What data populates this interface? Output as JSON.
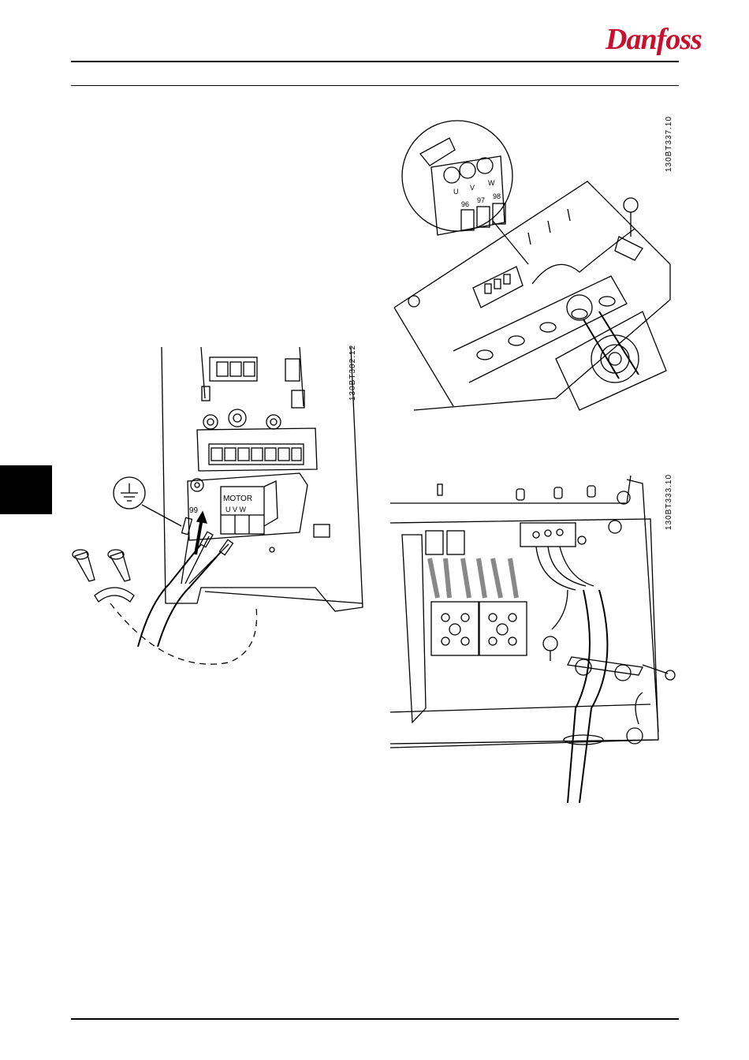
{
  "header": {
    "brand": "Danfoss"
  },
  "figures": [
    {
      "id": "130BT302.12",
      "labels": {
        "terminal_99": "99",
        "motor": "MOTOR",
        "uvw": "U V W"
      }
    },
    {
      "id": "130BT337.10",
      "labels": {
        "u": "U",
        "v": "V",
        "w": "W",
        "t96": "96",
        "t97": "97",
        "t98": "98"
      }
    },
    {
      "id": "130BT333.10",
      "labels": {}
    }
  ]
}
